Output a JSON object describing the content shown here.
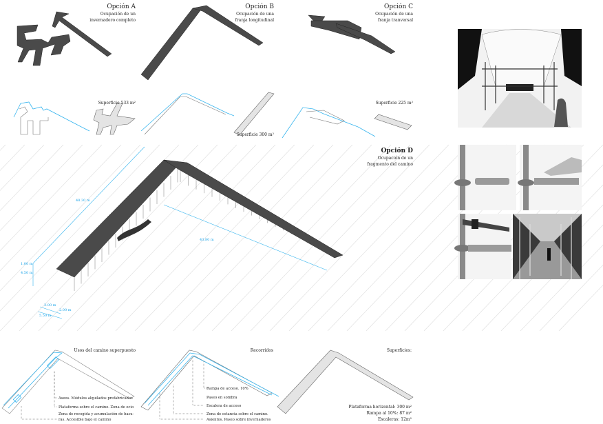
{
  "options": [
    {
      "title": "Opción A",
      "desc": [
        "Ocupación de un",
        "invernadero completo"
      ],
      "surface": "Superficie 533 m²"
    },
    {
      "title": "Opción B",
      "desc": [
        "Ocupación de una",
        "franja longitudinal"
      ],
      "surface": "Superficie 300 m²"
    },
    {
      "title": "Opción C",
      "desc": [
        "Ocupación de una",
        "franja tranversal"
      ],
      "surface": "Superficie 225 m²"
    },
    {
      "title": "Opción D",
      "desc": [
        "Ocupación de un",
        "fragmento del camino"
      ]
    }
  ],
  "dimensions": {
    "long": "48.30 m",
    "ramp": "43.80 m",
    "rail": "1.00 m",
    "height": "4.50 m",
    "w1": "3.00 m",
    "w2": "2.00 m",
    "w_total": "5.50 m"
  },
  "uses": {
    "title": "Usos del camino superpuesto",
    "labels": [
      "Aseos. Módulos alquilados prefabricados",
      "Plataforma sobre el camino. Zona de ocio",
      "Zona de recogida y acumulación de basu-",
      "ras. Accesible bajo el camino"
    ]
  },
  "routes": {
    "title": "Recorridos",
    "labels": [
      "Rampa de acceso. 10%",
      "Paseo en sombra",
      "Escalera de acceso",
      "Zona de estancia sobre el camino.",
      "Asientos. Paseo sobre invernaderos"
    ]
  },
  "surfaces": {
    "title": "Superficies:",
    "lines": [
      "Plataforma horizontal: 300 m²",
      "Rampa al 10%: 87 m²",
      "Escaleras: 12m²"
    ]
  },
  "colors": {
    "dimension": "#1aa3e8",
    "deck": "#4a4a4a"
  }
}
